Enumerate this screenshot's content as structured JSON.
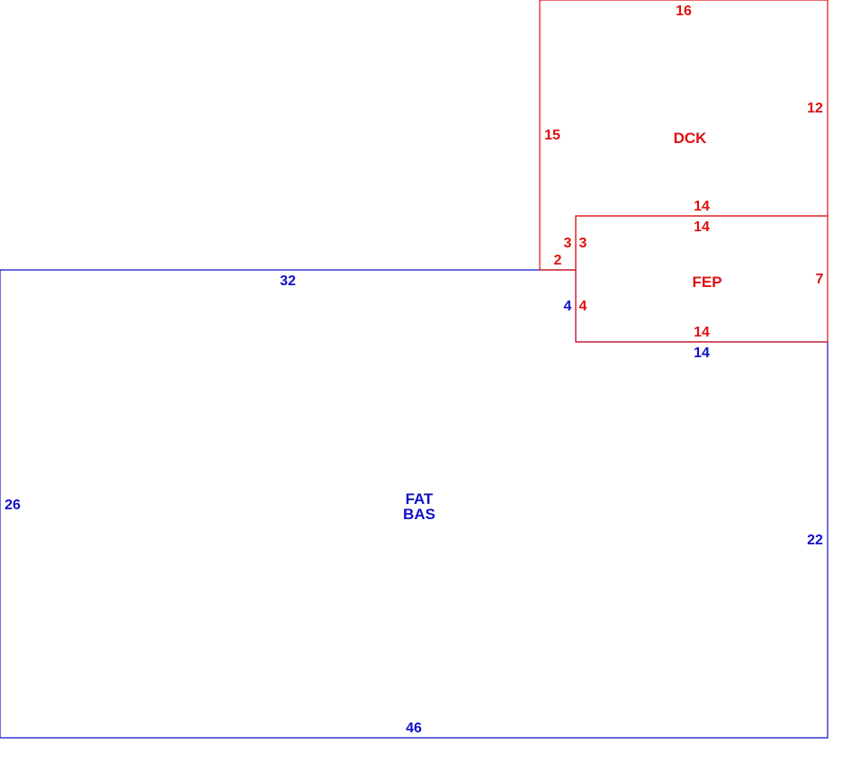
{
  "colors": {
    "red": "#e01010",
    "blue": "#1010c8"
  },
  "areas": {
    "dck": {
      "name": "DCK"
    },
    "fep": {
      "name": "FEP"
    },
    "fat_bas": {
      "line1": "FAT",
      "line2": "BAS"
    }
  },
  "dims": {
    "dck_top": "16",
    "dck_right": "12",
    "dck_left": "15",
    "dck_bottom": "14",
    "dck_step_vert": "3",
    "dck_step_horz": "2",
    "fep_top": "14",
    "fep_left_upper": "3",
    "fep_left_lower": "4",
    "fep_right": "7",
    "fep_bottom": "14",
    "bas_top": "32",
    "bas_notch_vert": "4",
    "bas_notch_horz": "14",
    "bas_left": "26",
    "bas_right": "22",
    "bas_bottom": "46"
  }
}
